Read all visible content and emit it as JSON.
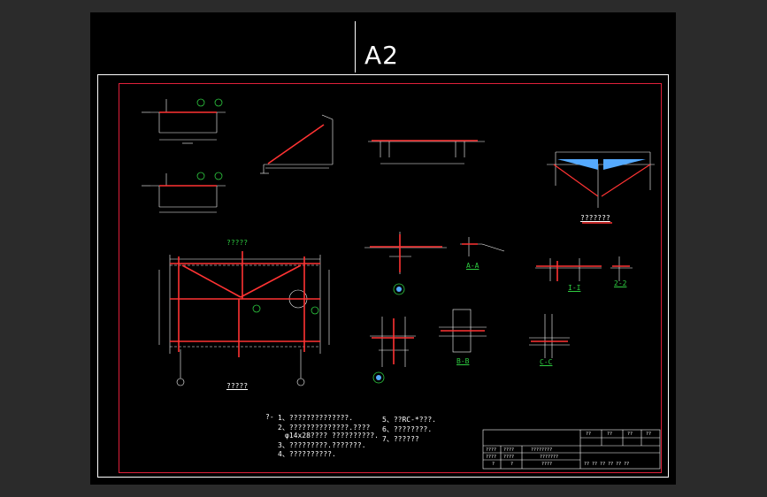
{
  "sheet": {
    "size_label": "A2",
    "colors": {
      "background": "#000000",
      "frame": "#ffffff",
      "border": "#e0203a",
      "member": "#ff3333",
      "dimension": "#ffffff",
      "callout": "#2ecc40",
      "fill": "#55aaff"
    }
  },
  "views": {
    "main_frame_caption": "?????",
    "main_frame_callout": "?????",
    "gusset_caption": "???????",
    "section_aa": "A-A",
    "section_bb": "B-B",
    "section_cc": "C-C",
    "section_11": "I-I",
    "section_22": "2-2"
  },
  "notes": {
    "prefix": "?-",
    "left": [
      "1、??????????????.",
      "2、??????????????.????",
      "φ14x28???? ??????????.",
      "3、?????????.???????.",
      "4、??????????."
    ],
    "right": [
      "5、??RC-*???.",
      "6、????????.",
      "7、??????"
    ]
  },
  "title_block": {
    "row1": [
      "????",
      "????",
      "????????"
    ],
    "row2": [
      "????",
      "????",
      "???????"
    ],
    "row3": [
      "?",
      "?",
      "????"
    ],
    "cols_right": [
      "??",
      "??",
      "??",
      "??"
    ],
    "bottom": [
      "?? ?? ?? ?? ?? ??"
    ]
  }
}
